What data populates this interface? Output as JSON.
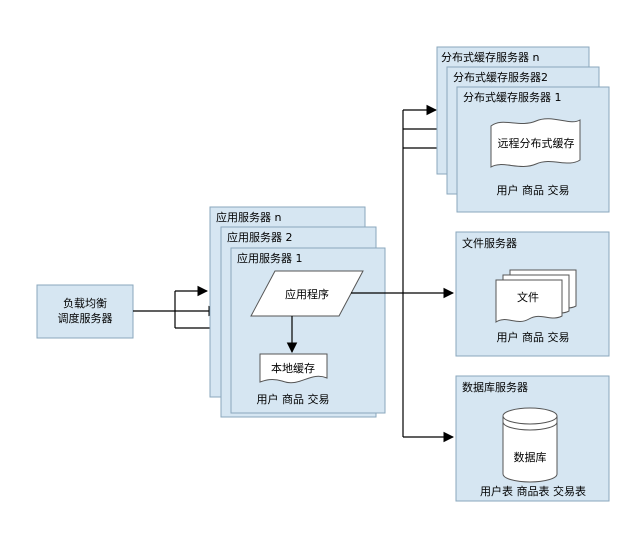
{
  "load_balancer": {
    "line1": "负载均衡",
    "line2": "调度服务器"
  },
  "app_servers": {
    "titles": [
      "应用服务器 n",
      "应用服务器 2",
      "应用服务器 1"
    ],
    "program": "应用程序",
    "local_cache": "本地缓存",
    "entities": "用户  商品  交易"
  },
  "cache_servers": {
    "titles": [
      "分布式缓存服务器 n",
      "分布式缓存服务器2",
      "分布式缓存服务器 1"
    ],
    "remote_cache": "远程分布式缓存",
    "entities": "用户  商品  交易"
  },
  "file_server": {
    "title": "文件服务器",
    "file": "文件",
    "entities": "用户  商品  交易"
  },
  "db_server": {
    "title": "数据库服务器",
    "db": "数据库",
    "entities": "用户表  商品表  交易表"
  }
}
